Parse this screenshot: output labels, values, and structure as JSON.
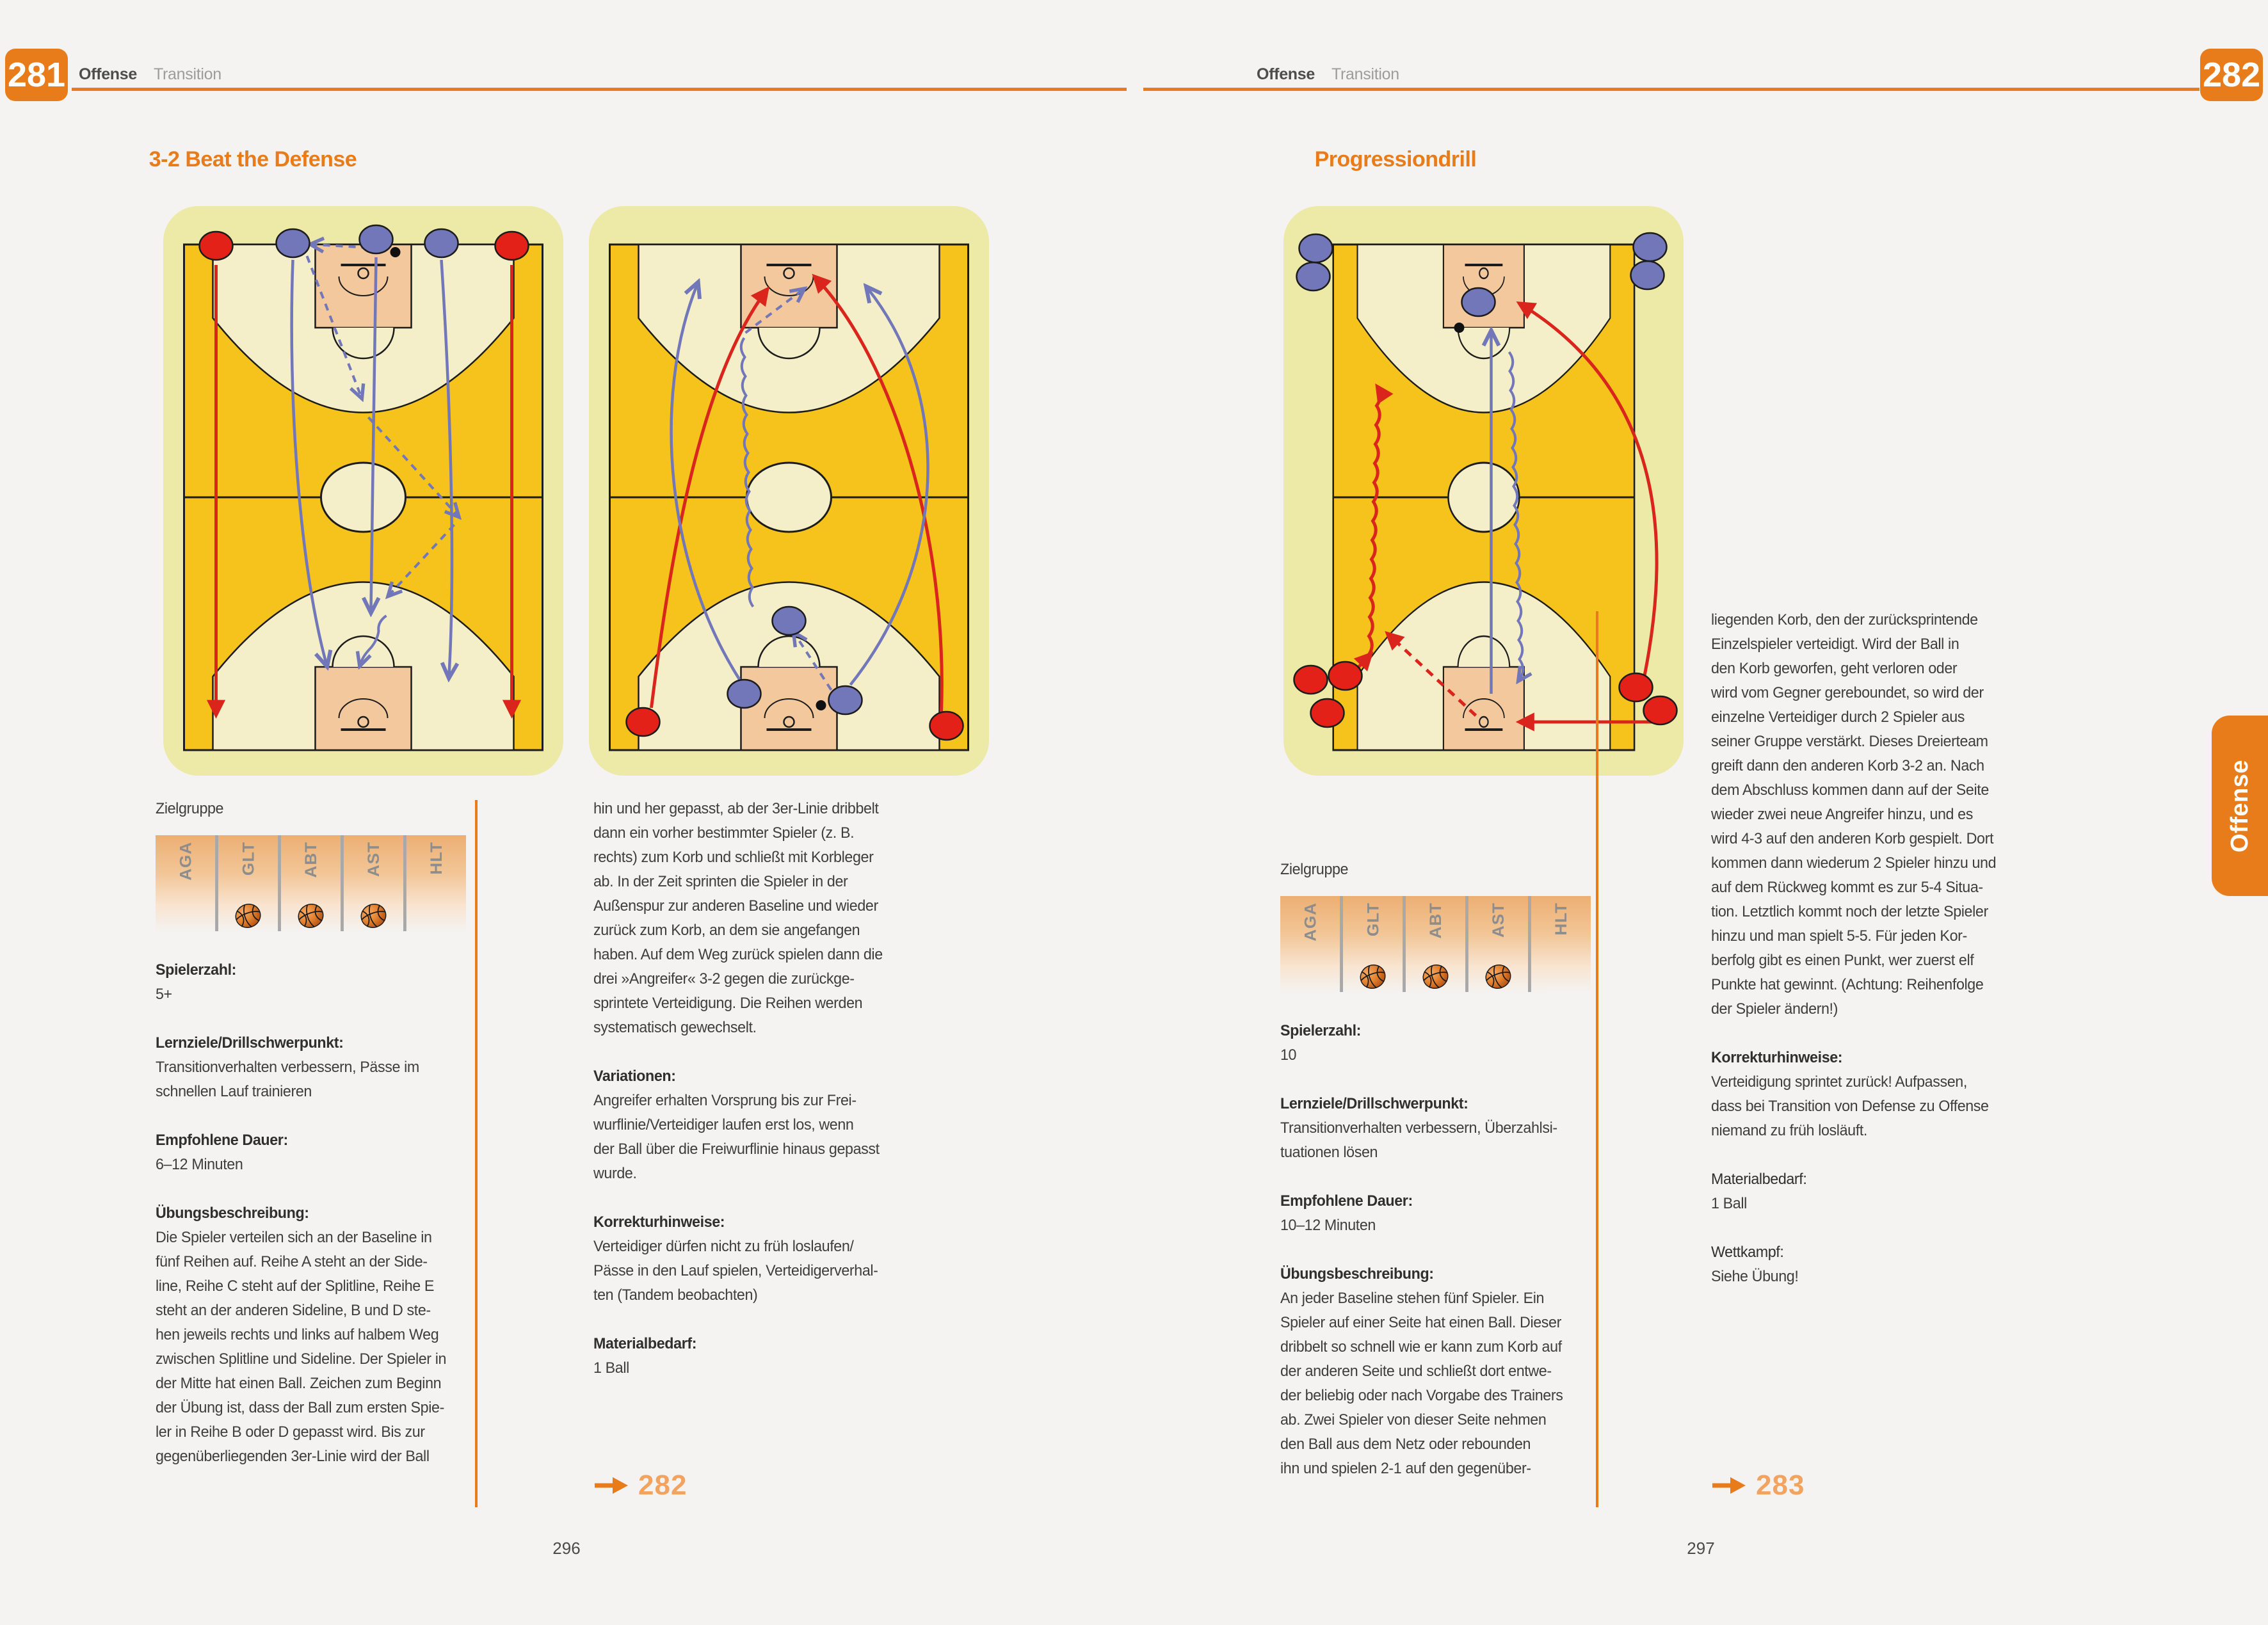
{
  "accent": "#E87C1B",
  "side_tab": "Offense",
  "left": {
    "badge": "281",
    "section": "Offense",
    "subsection": "Transition",
    "title": "3-2 Beat the Defense",
    "page_number": "296",
    "zielgruppe_label": "Zielgruppe",
    "target_groups": [
      {
        "code": "AGA",
        "ball": false
      },
      {
        "code": "GLT",
        "ball": true
      },
      {
        "code": "ABT",
        "ball": true
      },
      {
        "code": "AST",
        "ball": true
      },
      {
        "code": "HLT",
        "ball": false
      }
    ],
    "info": [
      {
        "label": "Spielerzahl:",
        "text": "5+"
      },
      {
        "label": "Lernziele/Drillschwerpunkt:",
        "text": "Transitionverhalten verbessern, Pässe im\nschnellen Lauf trainieren"
      },
      {
        "label": "Empfohlene Dauer:",
        "text": "6–12 Minuten"
      },
      {
        "label": "Übungsbeschreibung:",
        "text": "Die Spieler verteilen sich an der Baseline in\nfünf Reihen auf. Reihe A steht an der Side-\nline, Reihe C steht auf der Splitline, Reihe E\nsteht an der anderen Sideline, B und D ste-\nhen jeweils rechts und links auf halbem Weg\nzwischen Splitline und Sideline. Der Spieler in\nder Mitte hat einen Ball. Zeichen zum Beginn\nder Übung ist, dass der Ball zum ersten Spie-\nler in Reihe B oder D gepasst wird. Bis zur\ngegenüberliegenden 3er-Linie wird der Ball"
      }
    ],
    "col2": [
      {
        "label": "",
        "text": "hin und her gepasst, ab der 3er-Linie dribbelt\ndann ein vorher bestimmter Spieler (z. B.\nrechts) zum Korb und schließt mit Korbleger\nab. In der Zeit sprinten die Spieler in der\nAußenspur zur anderen Baseline und wieder\nzurück zum Korb, an dem sie angefangen\nhaben. Auf dem Weg zurück spielen dann die\ndrei »Angreifer« 3-2 gegen die zurückge-\nsprintete Verteidigung. Die Reihen werden\nsystematisch gewechselt."
      },
      {
        "label": "Variationen:",
        "text": "Angreifer erhalten Vorsprung bis zur Frei-\nwurflinie/Verteidiger laufen erst los, wenn\nder Ball über die Freiwurflinie hinaus gepasst\nwurde."
      },
      {
        "label": "Korrekturhinweise:",
        "text": "Verteidiger dürfen nicht zu früh loslaufen/\nPässe in den Lauf spielen, Verteidigerverhal-\nten (Tandem beobachten)"
      },
      {
        "label": "Materialbedarf:",
        "text": "1 Ball"
      }
    ],
    "link": "282"
  },
  "right": {
    "badge": "282",
    "section": "Offense",
    "subsection": "Transition",
    "title": "Progressiondrill",
    "page_number": "297",
    "zielgruppe_label": "Zielgruppe",
    "target_groups": [
      {
        "code": "AGA",
        "ball": false
      },
      {
        "code": "GLT",
        "ball": true
      },
      {
        "code": "ABT",
        "ball": true
      },
      {
        "code": "AST",
        "ball": true
      },
      {
        "code": "HLT",
        "ball": false
      }
    ],
    "info": [
      {
        "label": "Spielerzahl:",
        "text": "10"
      },
      {
        "label": "Lernziele/Drillschwerpunkt:",
        "text": "Transitionverhalten verbessern, Überzahlsi-\ntuationen lösen"
      },
      {
        "label": "Empfohlene Dauer:",
        "text": "10–12 Minuten"
      },
      {
        "label": "Übungsbeschreibung:",
        "text": "An jeder Baseline stehen fünf Spieler. Ein\nSpieler auf einer Seite hat einen Ball. Dieser\ndribbelt so schnell wie er kann zum Korb auf\nder anderen Seite und schließt dort entwe-\nder beliebig oder nach Vorgabe des Trainers\nab. Zwei Spieler von dieser Seite nehmen\nden Ball aus dem Netz oder rebounden\nihn und spielen 2-1 auf den gegenüber-"
      }
    ],
    "col2": [
      {
        "label": "",
        "text": "liegenden Korb, den der zurücksprintende\nEinzelspieler verteidigt. Wird der Ball in\nden Korb geworfen, geht verloren oder\nwird vom Gegner gereboundet, so wird der\neinzelne Verteidiger durch 2 Spieler aus\nseiner Gruppe verstärkt. Dieses Dreierteam\ngreift dann den anderen Korb 3-2 an. Nach\ndem Abschluss kommen dann auf der Seite\nwieder zwei neue Angreifer hinzu, und es\nwird 4-3 auf den anderen Korb gespielt. Dort\nkommen dann wiederum 2 Spieler hinzu und\nauf dem Rückweg kommt es zur 5-4 Situa-\ntion. Letztlich kommt noch der letzte Spieler\nhinzu und man spielt 5-5. Für jeden Kor-\nberfolg gibt es einen Punkt, wer zuerst elf\nPunkte hat gewinnt. (Achtung: Reihenfolge\nder Spieler ändern!)"
      },
      {
        "label": "Korrekturhinweise:",
        "text": "Verteidigung sprintet zurück! Aufpassen,\ndass bei Transition von Defense zu Offense\nniemand zu früh losläuft."
      },
      {
        "label": "Materialbedarf:",
        "text": "1 Ball"
      },
      {
        "label": "Wettkampf:",
        "text": "Siehe Übung!"
      }
    ],
    "link": "283"
  }
}
